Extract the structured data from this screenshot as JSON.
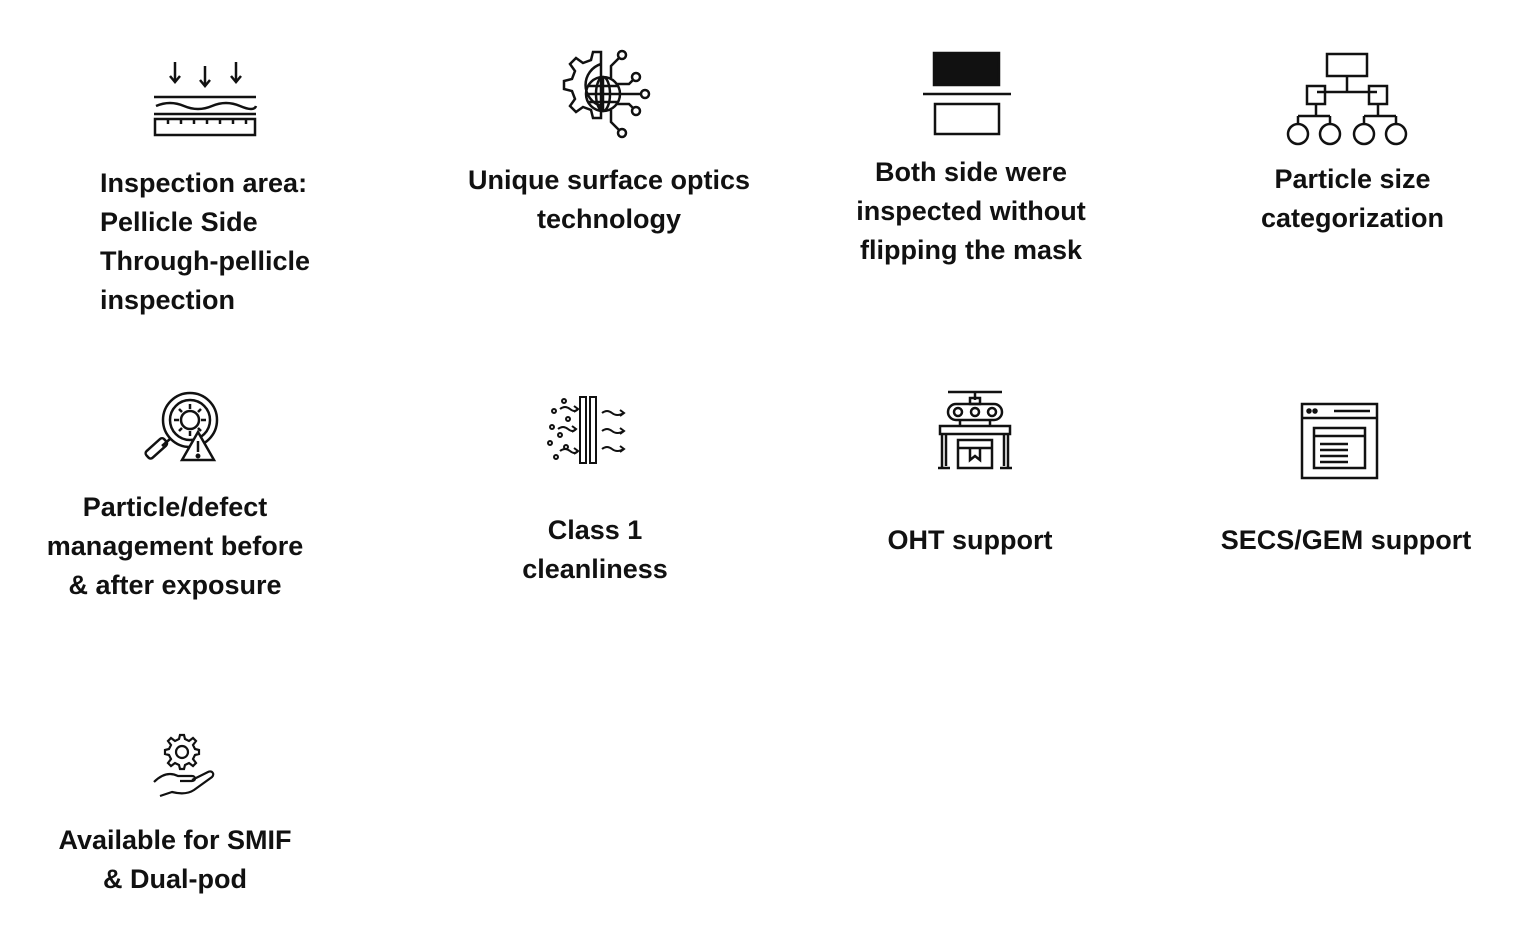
{
  "ink_color": "#111111",
  "background_color": "#ffffff",
  "features": [
    {
      "icon": "pellicle-layer-icon",
      "lines": [
        "Inspection area:",
        "Pellicle Side",
        "Through-pellicle",
        "inspection"
      ]
    },
    {
      "icon": "gear-globe-icon",
      "lines": [
        "Unique surface optics",
        "technology"
      ]
    },
    {
      "icon": "mask-both-sides-icon",
      "lines": [
        "Both side were",
        "inspected without",
        "flipping the mask"
      ]
    },
    {
      "icon": "hierarchy-tree-icon",
      "lines": [
        "Particle size",
        "categorization"
      ]
    },
    {
      "icon": "magnifier-warning-icon",
      "lines": [
        "Particle/defect",
        "management before",
        "& after exposure"
      ]
    },
    {
      "icon": "air-filter-icon",
      "lines": [
        "Class 1",
        "cleanliness"
      ]
    },
    {
      "icon": "overhead-transport-icon",
      "lines": [
        "OHT support"
      ]
    },
    {
      "icon": "browser-window-icon",
      "lines": [
        "SECS/GEM support"
      ]
    },
    {
      "icon": "hand-gear-icon",
      "lines": [
        "Available for SMIF",
        "& Dual-pod"
      ]
    }
  ]
}
